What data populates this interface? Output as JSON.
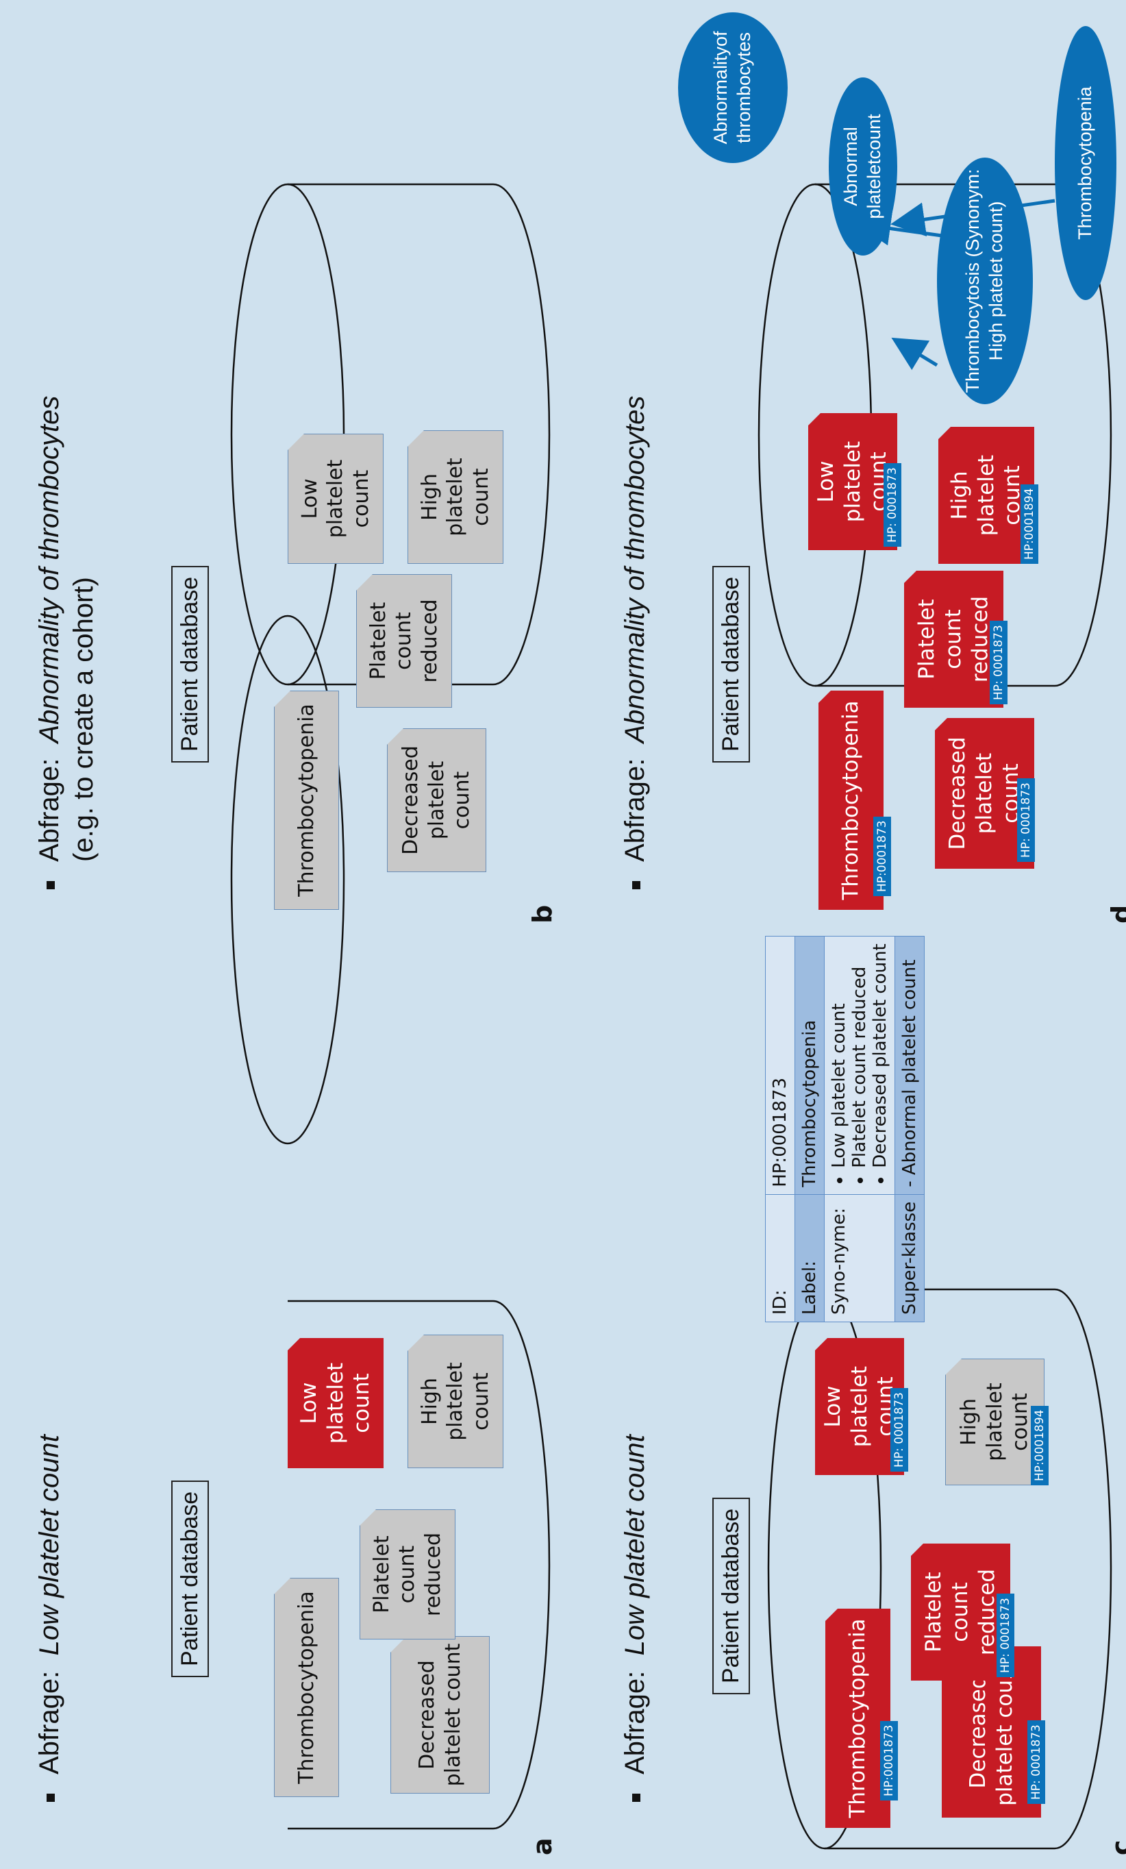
{
  "panels": {
    "a": {
      "label": "a",
      "query_prefix": "Abfrage:",
      "query_term": "Low platelet count",
      "db_title": "Patient database",
      "notes": [
        {
          "text": "Thrombocytopenia",
          "style": "gray"
        },
        {
          "text": "Decreased platelet count",
          "style": "gray"
        },
        {
          "text": "Platelet count reduced",
          "style": "gray"
        },
        {
          "text": "Low platelet count",
          "style": "red"
        },
        {
          "text": "High platelet count",
          "style": "gray"
        }
      ]
    },
    "b": {
      "label": "b",
      "query_prefix": "Abfrage:",
      "query_term": "Abnormality of thrombocytes",
      "subtitle": "(e.g. to create a cohort)",
      "db_title": "Patient database",
      "notes": [
        {
          "text": "Thrombocytopenia",
          "style": "gray"
        },
        {
          "text": "Decreased platelet count",
          "style": "gray"
        },
        {
          "text": "Platelet count reduced",
          "style": "gray"
        },
        {
          "text": "Low platelet count",
          "style": "gray"
        },
        {
          "text": "High platelet count",
          "style": "gray"
        }
      ]
    },
    "c": {
      "label": "c",
      "query_prefix": "Abfrage:",
      "query_term": "Low platelet count",
      "db_title": "Patient database",
      "notes": [
        {
          "text": "Thrombocytopenia",
          "style": "red",
          "id": "HP:0001873"
        },
        {
          "text": "Decreased platelet count",
          "style": "red",
          "id": "HP: 0001873"
        },
        {
          "text": "Platelet count reduced",
          "style": "red",
          "id": "HP: 0001873"
        },
        {
          "text": "Low platelet count",
          "style": "red",
          "id": "HP: 0001873"
        },
        {
          "text": "High platelet count",
          "style": "gray",
          "id": "HP:0001894"
        }
      ],
      "table": {
        "id_label": "ID:",
        "id_value": "HP:0001873",
        "label_label": "Label:",
        "label_value": "Thrombocytopenia",
        "syn_label": "Syno-nyme:",
        "synonyms": [
          "Low platelet count",
          "Platelet count reduced",
          "Decreased platelet count"
        ],
        "super_label": "Super-klasse",
        "super_value": "-   Abnormal platelet count"
      }
    },
    "d": {
      "label": "d",
      "query_prefix": "Abfrage:",
      "query_term": "Abnormality of thrombocytes",
      "db_title": "Patient database",
      "notes": [
        {
          "text": "Thrombocytopenia",
          "style": "red",
          "id": "HP:0001873"
        },
        {
          "text": "Decreased platelet count",
          "style": "red",
          "id": "HP: 0001873"
        },
        {
          "text": "Platelet count reduced",
          "style": "red",
          "id": "HP: 0001873"
        },
        {
          "text": "Low platelet count",
          "style": "red",
          "id": "HP: 0001873"
        },
        {
          "text": "High platelet count",
          "style": "red",
          "id": "HP:0001894"
        }
      ],
      "ontology": [
        {
          "text": "Abnormalityof thrombocytes"
        },
        {
          "text": "Abnormal plateletcount"
        },
        {
          "text": "Thrombocytosis (Synonym: High platelet count)"
        },
        {
          "text": "Thrombocytopenia"
        }
      ]
    }
  },
  "colors": {
    "background": "#cfe1ee",
    "note_red": "#c61b24",
    "note_gray": "#c8c8c8",
    "hp_badge": "#0b72b9",
    "ontology_node": "#0b6fb5",
    "arrow_red": "#e02020"
  }
}
